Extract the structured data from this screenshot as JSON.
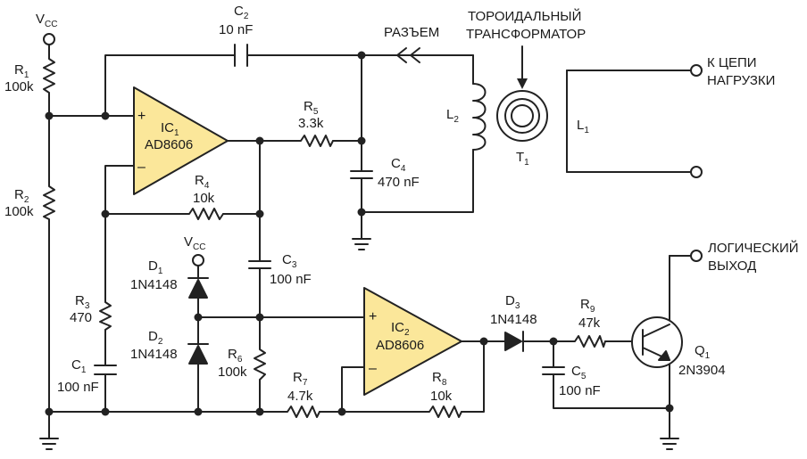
{
  "vcc": {
    "main": "V",
    "sub": "CC"
  },
  "r1": {
    "name": "R",
    "sub": "1",
    "value": "100k"
  },
  "r2": {
    "name": "R",
    "sub": "2",
    "value": "100k"
  },
  "r3": {
    "name": "R",
    "sub": "3",
    "value": "470"
  },
  "r4": {
    "name": "R",
    "sub": "4",
    "value": "10k"
  },
  "r5": {
    "name": "R",
    "sub": "5",
    "value": "3.3k"
  },
  "r6": {
    "name": "R",
    "sub": "6",
    "value": "100k"
  },
  "r7": {
    "name": "R",
    "sub": "7",
    "value": "4.7k"
  },
  "r8": {
    "name": "R",
    "sub": "8",
    "value": "10k"
  },
  "r9": {
    "name": "R",
    "sub": "9",
    "value": "47k"
  },
  "c1": {
    "name": "C",
    "sub": "1",
    "value": "100 nF"
  },
  "c2": {
    "name": "C",
    "sub": "2",
    "value": "10 nF"
  },
  "c3": {
    "name": "C",
    "sub": "3",
    "value": "100 nF"
  },
  "c4": {
    "name": "C",
    "sub": "4",
    "value": "470 nF"
  },
  "c5": {
    "name": "C",
    "sub": "5",
    "value": "100 nF"
  },
  "d1": {
    "name": "D",
    "sub": "1",
    "value": "1N4148"
  },
  "d2": {
    "name": "D",
    "sub": "2",
    "value": "1N4148"
  },
  "d3": {
    "name": "D",
    "sub": "3",
    "value": "1N4148"
  },
  "ic1": {
    "name": "IC",
    "sub": "1",
    "value": "AD8606"
  },
  "ic2": {
    "name": "IC",
    "sub": "2",
    "value": "AD8606"
  },
  "q1": {
    "name": "Q",
    "sub": "1",
    "value": "2N3904"
  },
  "l1": {
    "name": "L",
    "sub": "1"
  },
  "l2": {
    "name": "L",
    "sub": "2"
  },
  "t1": {
    "name": "T",
    "sub": "1"
  },
  "connector": "РАЗЪЕМ",
  "toroid": {
    "line1": "ТОРОИДАЛЬНЫЙ",
    "line2": "ТРАНСФОРМАТОР"
  },
  "load": {
    "line1": "К ЦЕПИ",
    "line2": "НАГРУЗКИ"
  },
  "logic_out": {
    "line1": "ЛОГИЧЕСКИЙ",
    "line2": "ВЫХОД"
  },
  "plus": "+",
  "minus": "–"
}
